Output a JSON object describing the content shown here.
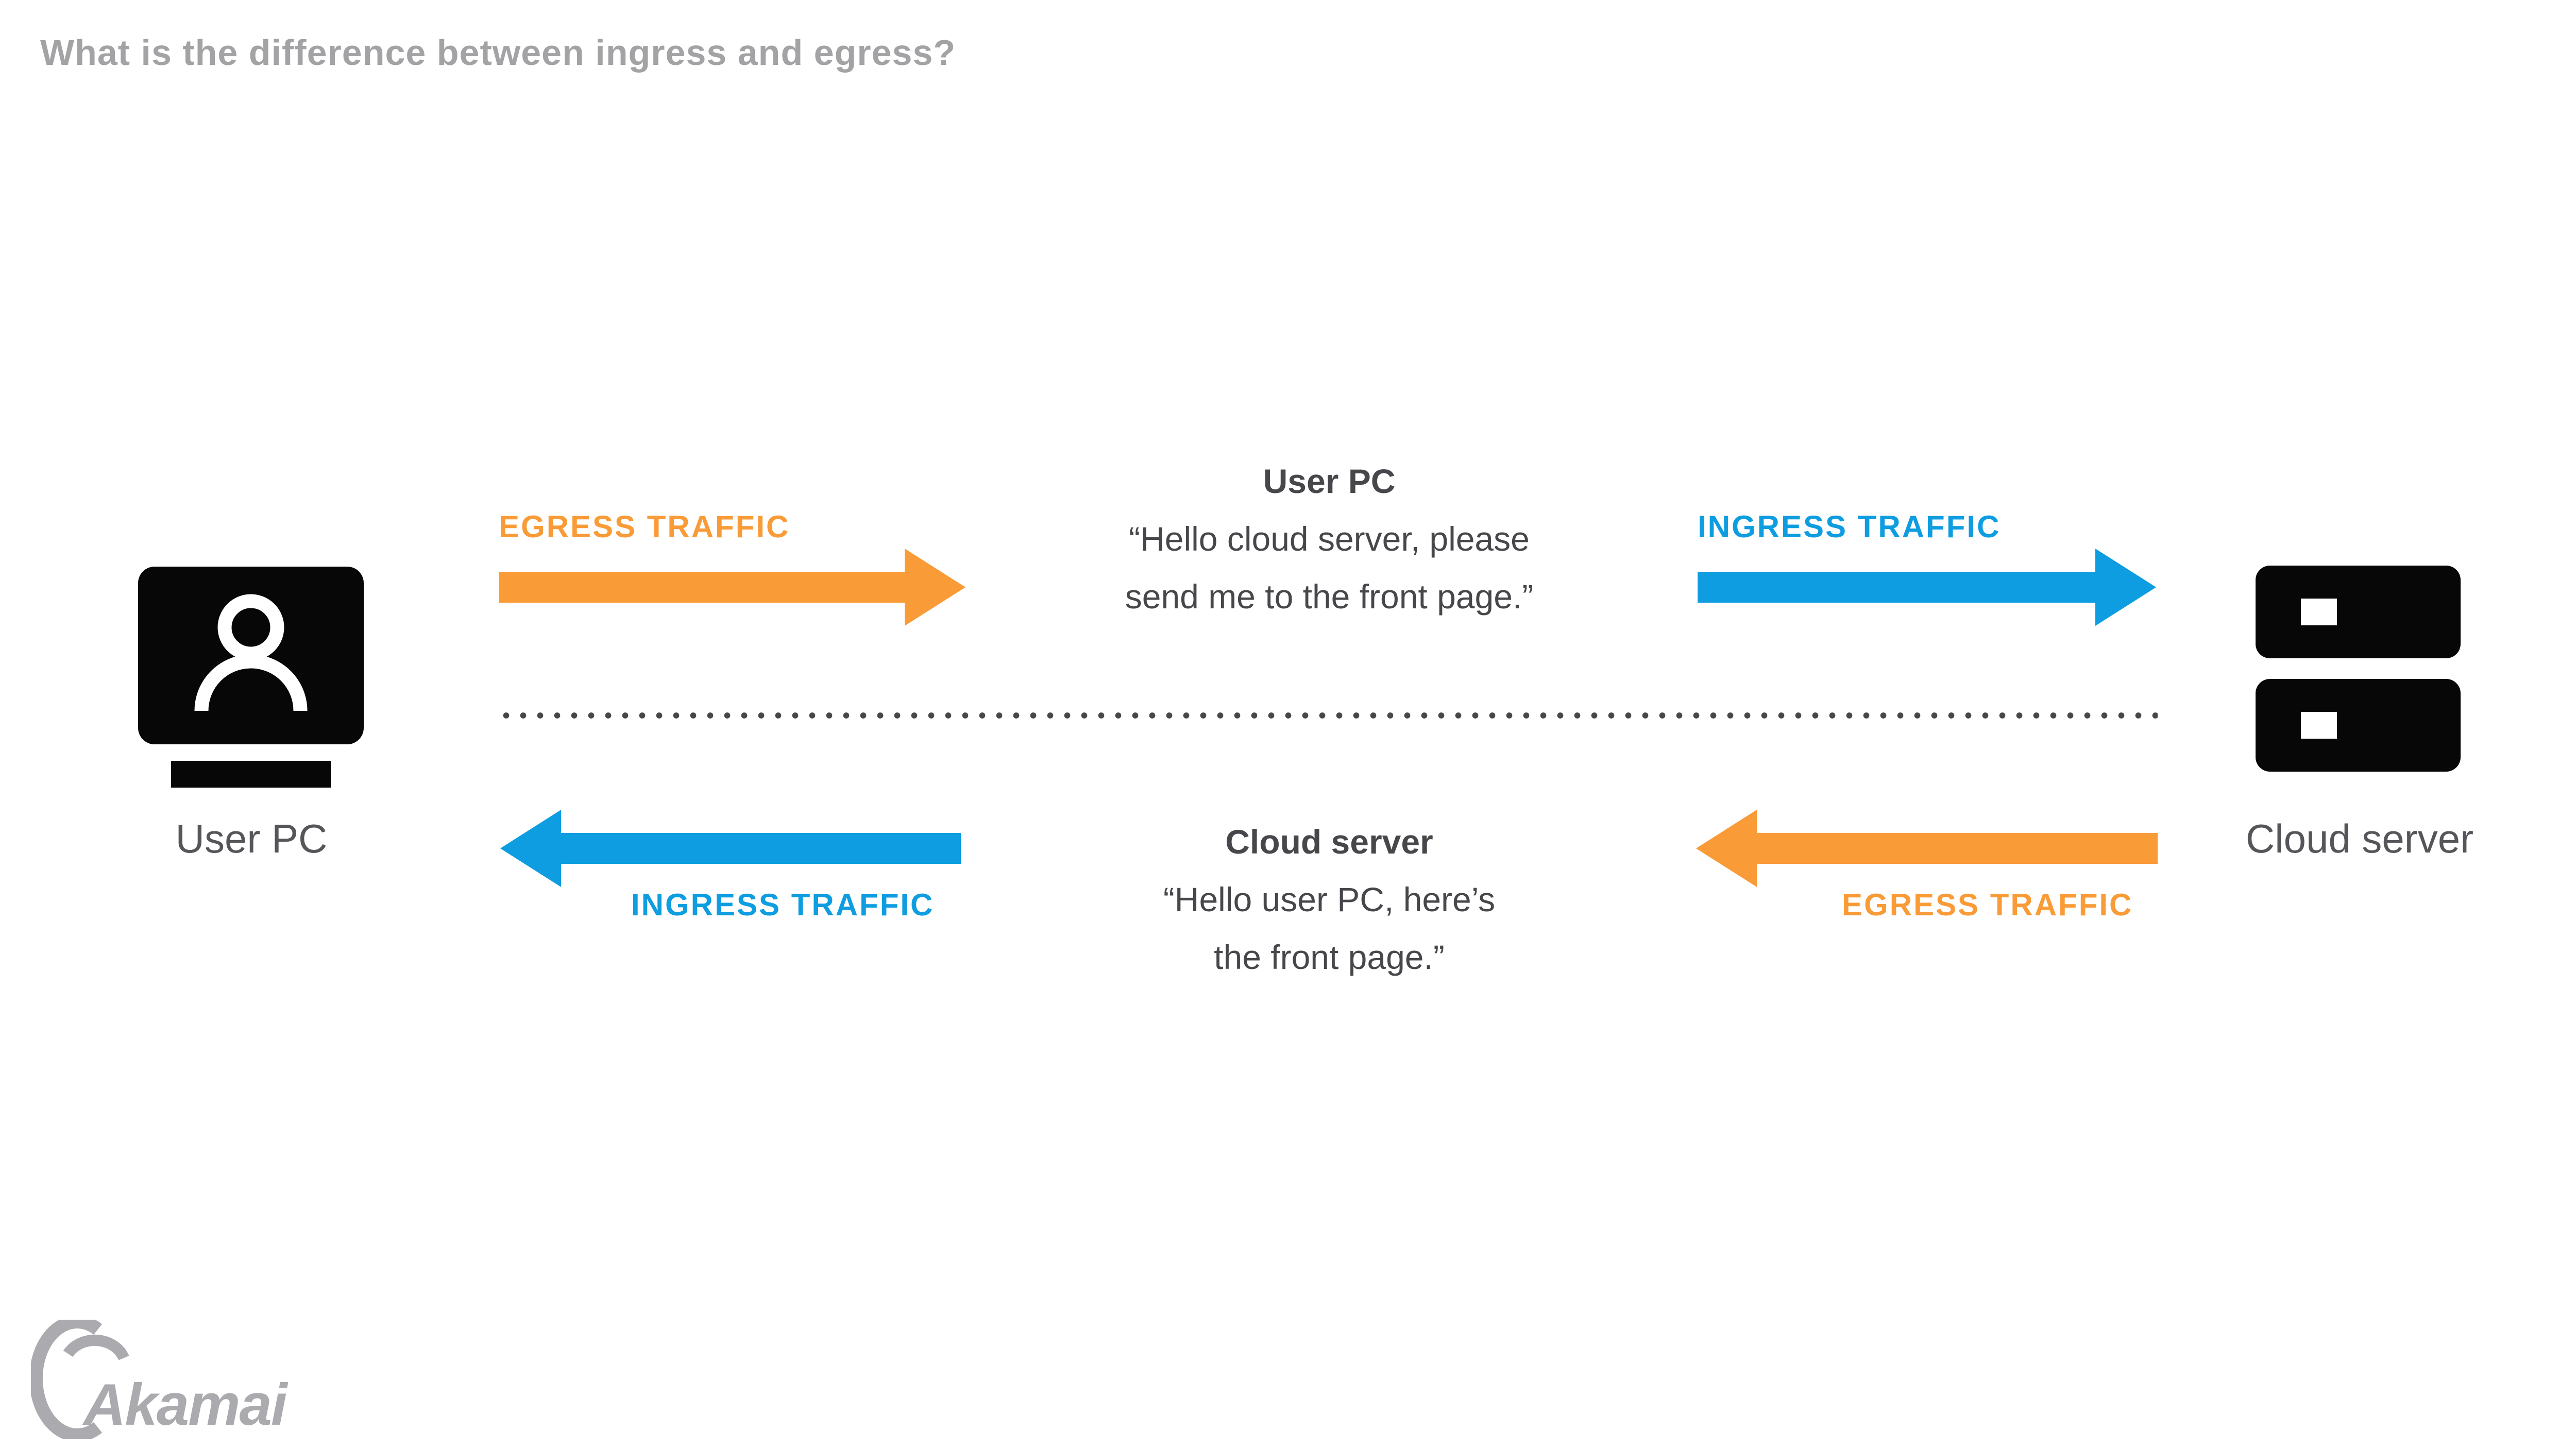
{
  "title": "What is the difference between ingress and egress?",
  "colors": {
    "orange": "#F99B37",
    "blue": "#0D9DE0",
    "ink": "#47474B",
    "label": "#55555A",
    "title-gray": "#A3A3A6",
    "logo-gray": "#ABABAF",
    "black": "#070707",
    "dot": "#47474B"
  },
  "nodes": {
    "user_pc": {
      "label": "User PC",
      "icon": "user-pc-monitor-icon"
    },
    "cloud_server": {
      "label": "Cloud server",
      "icon": "server-stack-icon"
    }
  },
  "flows": {
    "request": {
      "egress_label": "EGRESS TRAFFIC",
      "ingress_label": "INGRESS TRAFFIC",
      "message": {
        "speaker": "User PC",
        "line1": "“Hello cloud server, please",
        "line2": "send me to the front page.”"
      }
    },
    "response": {
      "ingress_label": "INGRESS TRAFFIC",
      "egress_label": "EGRESS TRAFFIC",
      "message": {
        "speaker": "Cloud server",
        "line1": "“Hello user PC, here’s",
        "line2": "the front page.”"
      }
    }
  },
  "footer": {
    "brand": "Akamai"
  }
}
